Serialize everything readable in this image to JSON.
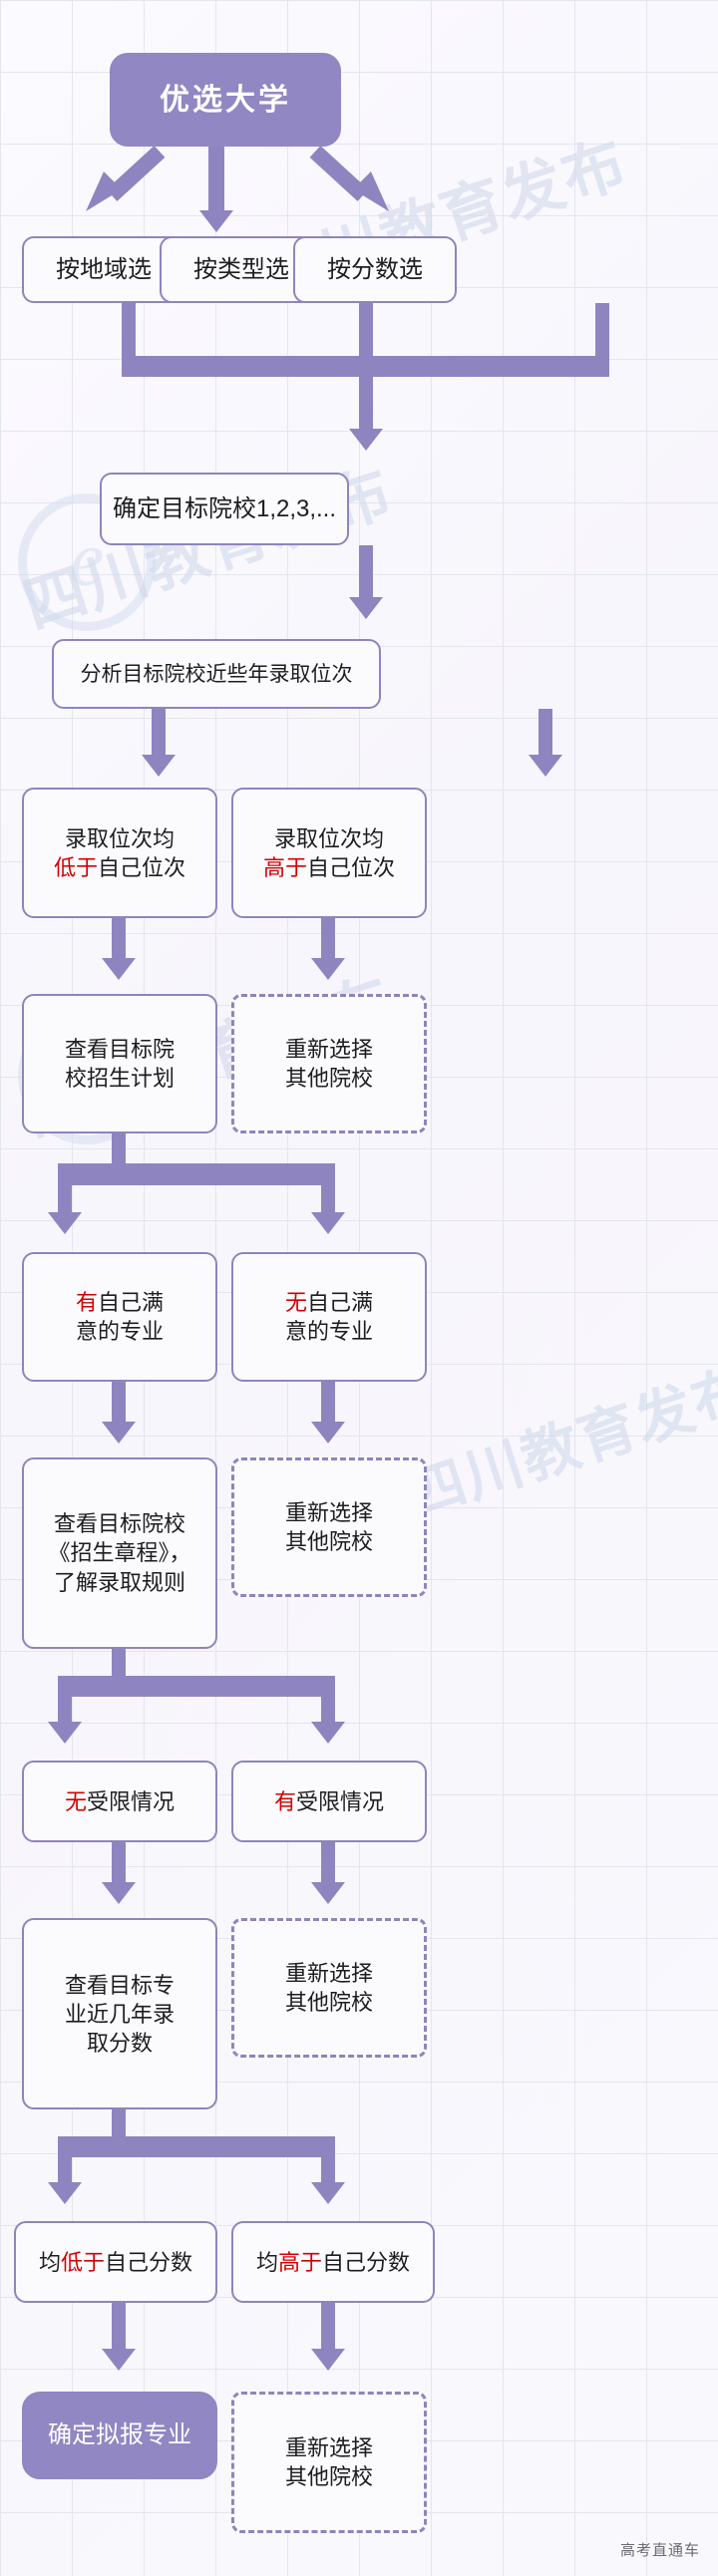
{
  "meta": {
    "title": "优选大学",
    "credit": "高考直通车",
    "watermark_text": "四川教育发布",
    "colors": {
      "accent": "#9087c3",
      "border": "#8d85bd",
      "connector": "#8e85c0",
      "highlight_red": "#d40000",
      "grid": "#e4e6ee",
      "watermark": "#ced7ea"
    }
  },
  "nodes": {
    "root": {
      "label": "优选大学"
    },
    "select_by": [
      {
        "label": "按地域选"
      },
      {
        "label": "按类型选"
      },
      {
        "label": "按分数选"
      }
    ],
    "determine_targets": {
      "label": "确定目标院校1,2,3,..."
    },
    "analyze_rank": {
      "label": "分析目标院校近些年录取位次"
    },
    "rank_lower": {
      "line1": "录取位次均",
      "emphasis": "低于",
      "rest": "自己位次"
    },
    "rank_higher": {
      "line1": "录取位次均",
      "emphasis": "高于",
      "rest": "自己位次"
    },
    "view_plan": {
      "line1": "查看目标院",
      "line2": "校招生计划"
    },
    "reselect_1": {
      "line1": "重新选择",
      "line2": "其他院校"
    },
    "major_yes": {
      "emphasis": "有",
      "rest": "自己满",
      "line2": "意的专业"
    },
    "major_no": {
      "emphasis": "无",
      "rest": "自己满",
      "line2": "意的专业"
    },
    "view_charter": {
      "line1": "查看目标院校",
      "line2": "《招生章程》，",
      "line3": "了解录取规则"
    },
    "reselect_2": {
      "line1": "重新选择",
      "line2": "其他院校"
    },
    "no_restriction": {
      "emphasis": "无",
      "rest": "受限情况"
    },
    "has_restriction": {
      "emphasis": "有",
      "rest": "受限情况"
    },
    "view_scores": {
      "line1": "查看目标专",
      "line2": "业近几年录",
      "line3": "取分数"
    },
    "reselect_3": {
      "line1": "重新选择",
      "line2": "其他院校"
    },
    "score_lower": {
      "prefix": "均",
      "emphasis": "低于",
      "rest": "自己分数"
    },
    "score_higher": {
      "prefix": "均",
      "emphasis": "高于",
      "rest": "自己分数"
    },
    "final_major": {
      "label": "确定拟报专业"
    },
    "reselect_4": {
      "line1": "重新选择",
      "line2": "其他院校"
    }
  }
}
